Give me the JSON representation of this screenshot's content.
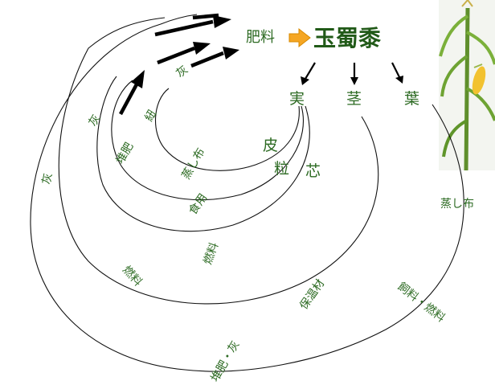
{
  "title": "玉蜀黍",
  "source_label": "肥料",
  "parts": {
    "fruit": "実",
    "stem": "茎",
    "leaf": "葉"
  },
  "fruit_parts": {
    "skin": "皮",
    "grain": "粒",
    "core": "芯"
  },
  "uses": {
    "skin_use": "蒸し布",
    "skin_residue": "紐",
    "skin_return": "灰",
    "grain_use": "食用",
    "grain_residue": "堆肥",
    "grain_return": "灰",
    "core_use": "燃料",
    "stem_use": "保温材",
    "stem_fuel": "燃料",
    "stem_return": "灰",
    "leaf_use": "蒸し布",
    "leaf_use2": "飼料・燃料",
    "leaf_return": "堆肥・灰"
  },
  "colors": {
    "label": "#2c6a22",
    "arrow_fill": "#f5a623",
    "arrow_stroke": "#d88a00",
    "stalk": "#5f8f2c",
    "corn": "#f2c230"
  },
  "icons": {
    "fertilizer_arrow": "right-arrow-icon",
    "corn_plant": "corn-plant-illustration"
  }
}
